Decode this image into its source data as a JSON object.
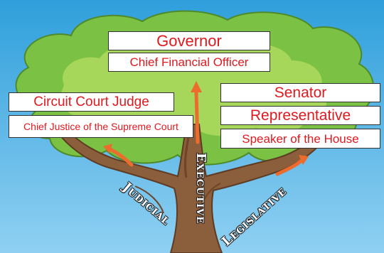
{
  "positions": {
    "executive": [
      "Governor",
      "Chief Financial Officer"
    ],
    "judicial": [
      "Circuit Court Judge",
      "Chief Justice of the Supreme Court"
    ],
    "legislative": [
      "Senator",
      "Representative",
      "Speaker of the House"
    ]
  },
  "branches": {
    "judicial": "Judicial",
    "executive": "Executive",
    "legislative": "Legislative"
  },
  "colors": {
    "sky_top": "#2f9fdb",
    "sky_bottom": "#7cc8f0",
    "foliage": "#7bc143",
    "foliage_light": "#a6d65a",
    "trunk": "#8b5e3c",
    "arrow": "#ec6b2d",
    "label_text": "#e0191f"
  }
}
